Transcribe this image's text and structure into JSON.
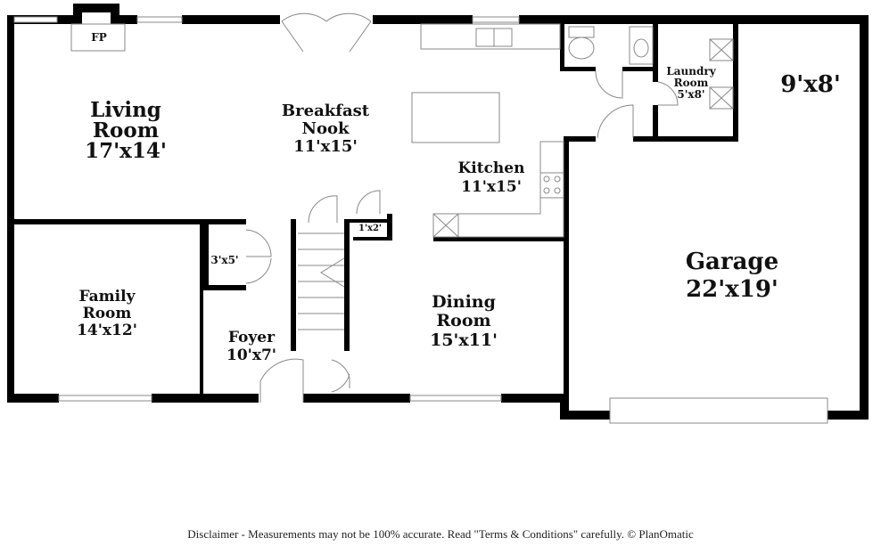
{
  "colors": {
    "wall": "#000000",
    "fixture": "#888888",
    "background": "#ffffff"
  },
  "rooms": {
    "living": {
      "line1": "Living",
      "line2": "Room",
      "dims": "17'x14'"
    },
    "breakfast": {
      "line1": "Breakfast",
      "line2": "Nook",
      "dims": "11'x15'"
    },
    "kitchen": {
      "line1": "Kitchen",
      "dims": "11'x15'"
    },
    "family": {
      "line1": "Family",
      "line2": "Room",
      "dims": "14'x12'"
    },
    "foyer": {
      "line1": "Foyer",
      "dims": "10'x7'"
    },
    "dining": {
      "line1": "Dining",
      "line2": "Room",
      "dims": "15'x11'"
    },
    "garage": {
      "line1": "Garage",
      "dims": "22'x19'"
    },
    "laundry": {
      "line1": "Laundry",
      "line2": "Room",
      "dims": "5'x8'"
    },
    "closet": {
      "dims": "3'x5'"
    },
    "pantry": {
      "dims": "1'x2'"
    },
    "upper_right": {
      "dims": "9'x8'"
    }
  },
  "fireplace": {
    "label": "FP"
  },
  "disclaimer": "Disclaimer - Measurements may not be 100% accurate. Read \"Terms & Conditions\" carefully. © PlanOmatic"
}
